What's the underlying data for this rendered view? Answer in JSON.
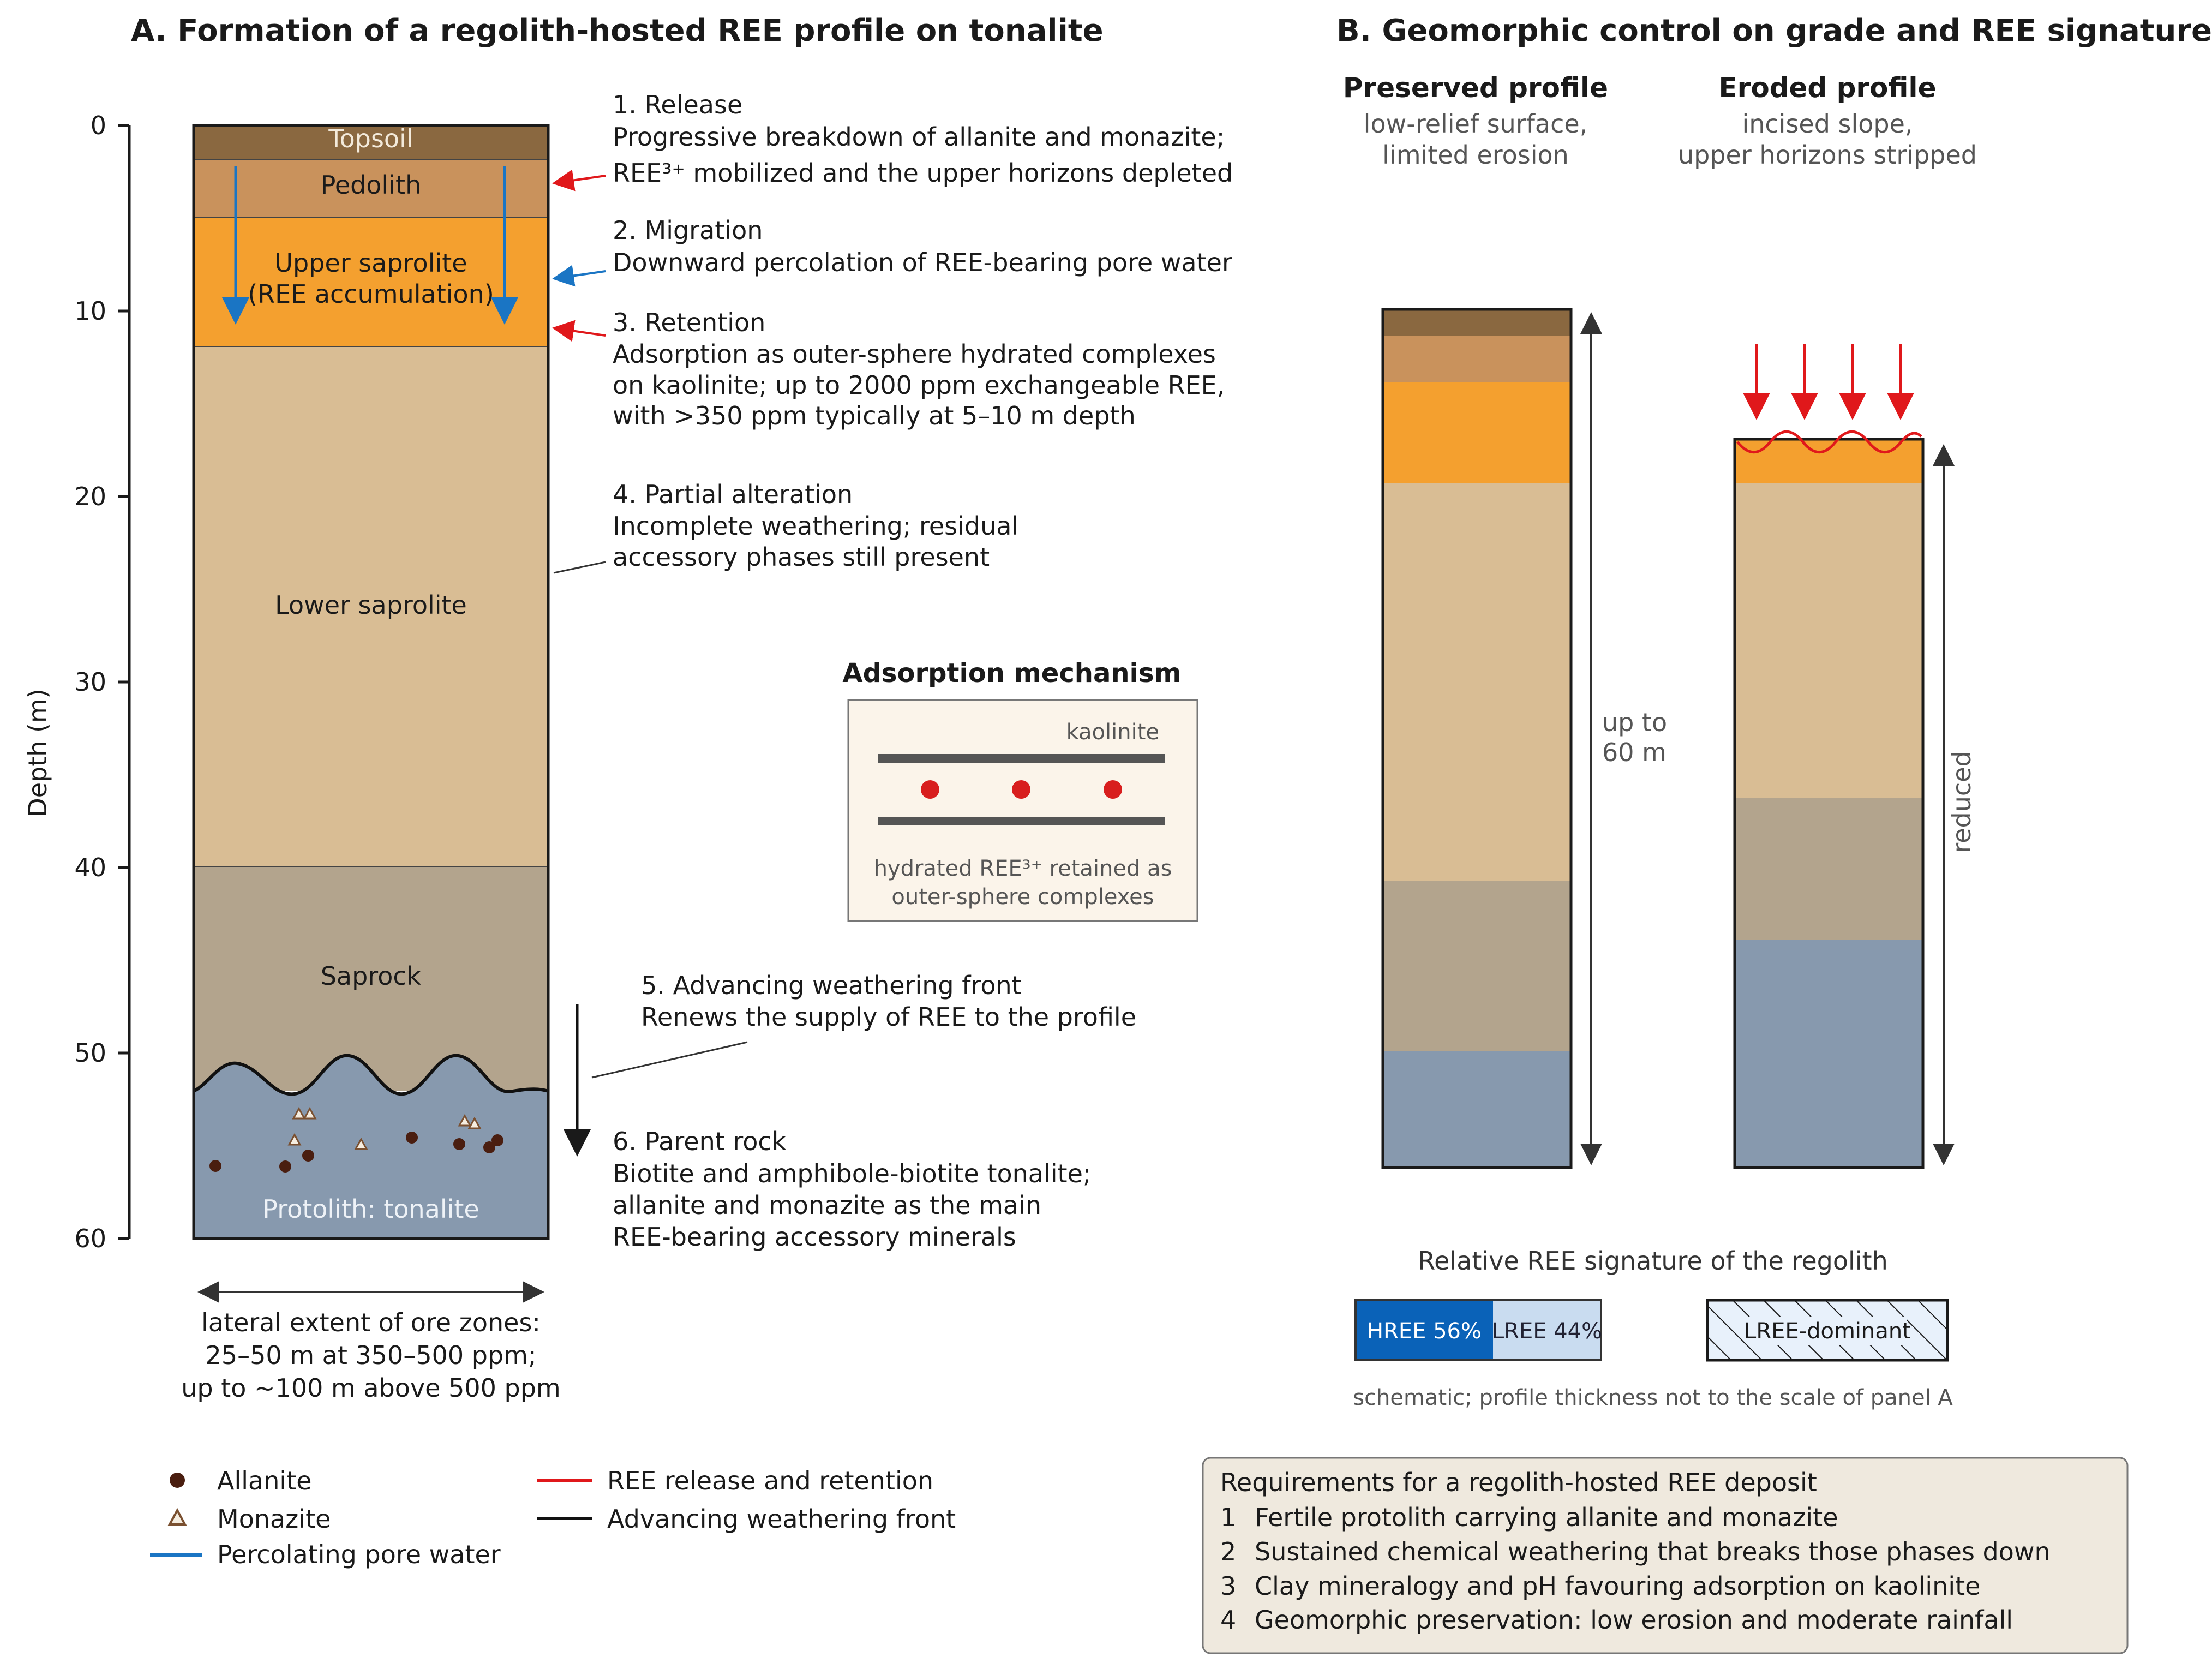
{
  "panel_a": {
    "title": "A. Formation of a regolith-hosted REE profile on tonalite",
    "axis_label": "Depth (m)",
    "ticks": [
      "0",
      "10",
      "20",
      "30",
      "40",
      "50",
      "60"
    ],
    "layers": [
      {
        "name": "Topsoil",
        "color": "#8a6840"
      },
      {
        "name": "Pedolith",
        "color": "#c9925c"
      },
      {
        "name": "Upper saprolite",
        "name2": "(REE accumulation)",
        "color": "#f4a02f"
      },
      {
        "name": "Lower saprolite",
        "color": "#d9bd94"
      },
      {
        "name": "Saprock",
        "color": "#b3a48d"
      },
      {
        "name": "Protolith: tonalite",
        "color": "#8799ae"
      }
    ],
    "lateral": [
      "lateral extent of ore zones:",
      "25–50 m at 350–500 ppm;",
      "up to ~100 m above 500 ppm"
    ],
    "steps": [
      {
        "title": "1. Release",
        "lines": [
          "Progressive breakdown of allanite and monazite;",
          "REE³⁺ mobilized and the upper horizons depleted"
        ]
      },
      {
        "title": "2. Migration",
        "lines": [
          "Downward percolation of REE-bearing pore water"
        ]
      },
      {
        "title": "3. Retention",
        "lines": [
          "Adsorption as outer-sphere hydrated complexes",
          "on kaolinite; up to 2000 ppm exchangeable REE,",
          "with >350 ppm typically at 5–10 m depth"
        ]
      },
      {
        "title": "4. Partial alteration",
        "lines": [
          "Incomplete weathering; residual",
          "accessory phases still present"
        ]
      },
      {
        "title": "5. Advancing weathering front",
        "lines": [
          "Renews the supply of REE to the profile"
        ]
      },
      {
        "title": "6. Parent rock",
        "lines": [
          "Biotite and amphibole-biotite tonalite;",
          "allanite and monazite as the main",
          "REE-bearing accessory minerals"
        ]
      }
    ],
    "adsorption": {
      "title": "Adsorption mechanism",
      "mineral": "kaolinite",
      "caption1": "hydrated REE³⁺ retained as",
      "caption2": "outer-sphere complexes"
    },
    "legend": {
      "allanite": "Allanite",
      "monazite": "Monazite",
      "pore_water": "Percolating pore water",
      "release": "REE release and retention",
      "front": "Advancing weathering front"
    }
  },
  "panel_b": {
    "title": "B. Geomorphic control on grade and REE signature",
    "preserved": {
      "title": "Preserved profile",
      "sub1": "low-relief surface,",
      "sub2": "limited erosion",
      "thickness1": "up to",
      "thickness2": "60 m"
    },
    "eroded": {
      "title": "Eroded profile",
      "sub1": "incised slope,",
      "sub2": "upper horizons stripped",
      "thickness": "reduced"
    },
    "signature_title": "Relative REE signature of the regolith",
    "hree_label": "HREE 56%",
    "lree_label": "LREE 44%",
    "hree_fraction": 0.56,
    "lree_dominant": "LREE-dominant",
    "note": "schematic; profile thickness not to the scale of panel A",
    "requirements": {
      "title": "Requirements for a regolith-hosted REE deposit",
      "items": [
        {
          "n": "1",
          "text": "Fertile protolith carrying allanite and monazite"
        },
        {
          "n": "2",
          "text": "Sustained chemical weathering that breaks those phases down"
        },
        {
          "n": "3",
          "text": "Clay mineralogy and pH favouring adsorption on kaolinite"
        },
        {
          "n": "4",
          "text": "Geomorphic preservation: low erosion and moderate rainfall"
        }
      ]
    }
  }
}
